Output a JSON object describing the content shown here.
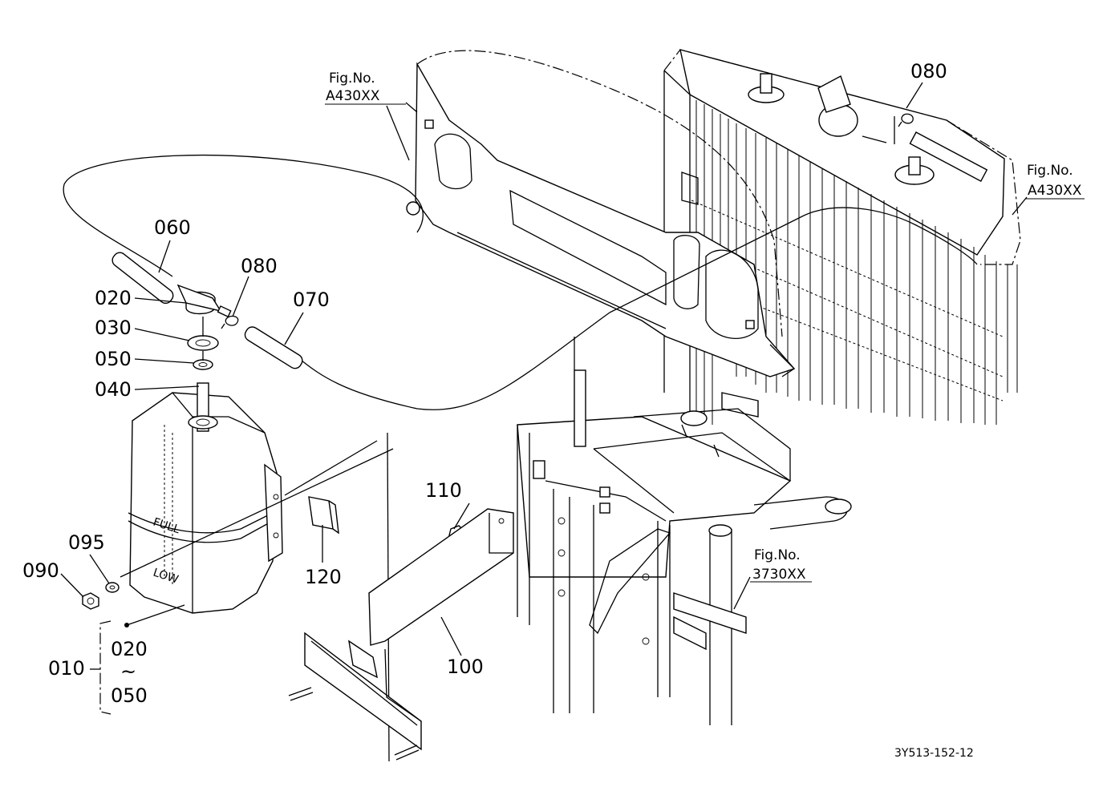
{
  "labels": {
    "c080_top": "080",
    "c060": "060",
    "c080_mid": "080",
    "c070": "070",
    "c020": "020",
    "c030": "030",
    "c050": "050",
    "c040": "040",
    "c095": "095",
    "c090": "090",
    "c010": "010",
    "c020_kit": "020",
    "c050_kit": "050",
    "kit_tilde": "~",
    "c110": "110",
    "c120": "120",
    "c100": "100"
  },
  "refs": {
    "ref1_line1": "Fig.No.",
    "ref1_line2": "A430XX",
    "ref2_line1": "Fig.No.",
    "ref2_line2": "A430XX",
    "ref3_line1": "Fig.No.",
    "ref3_line2": "3730XX"
  },
  "tank_marks": {
    "full": "FULL",
    "low": "LOW"
  },
  "drawing_code": "3Y513-152-12"
}
